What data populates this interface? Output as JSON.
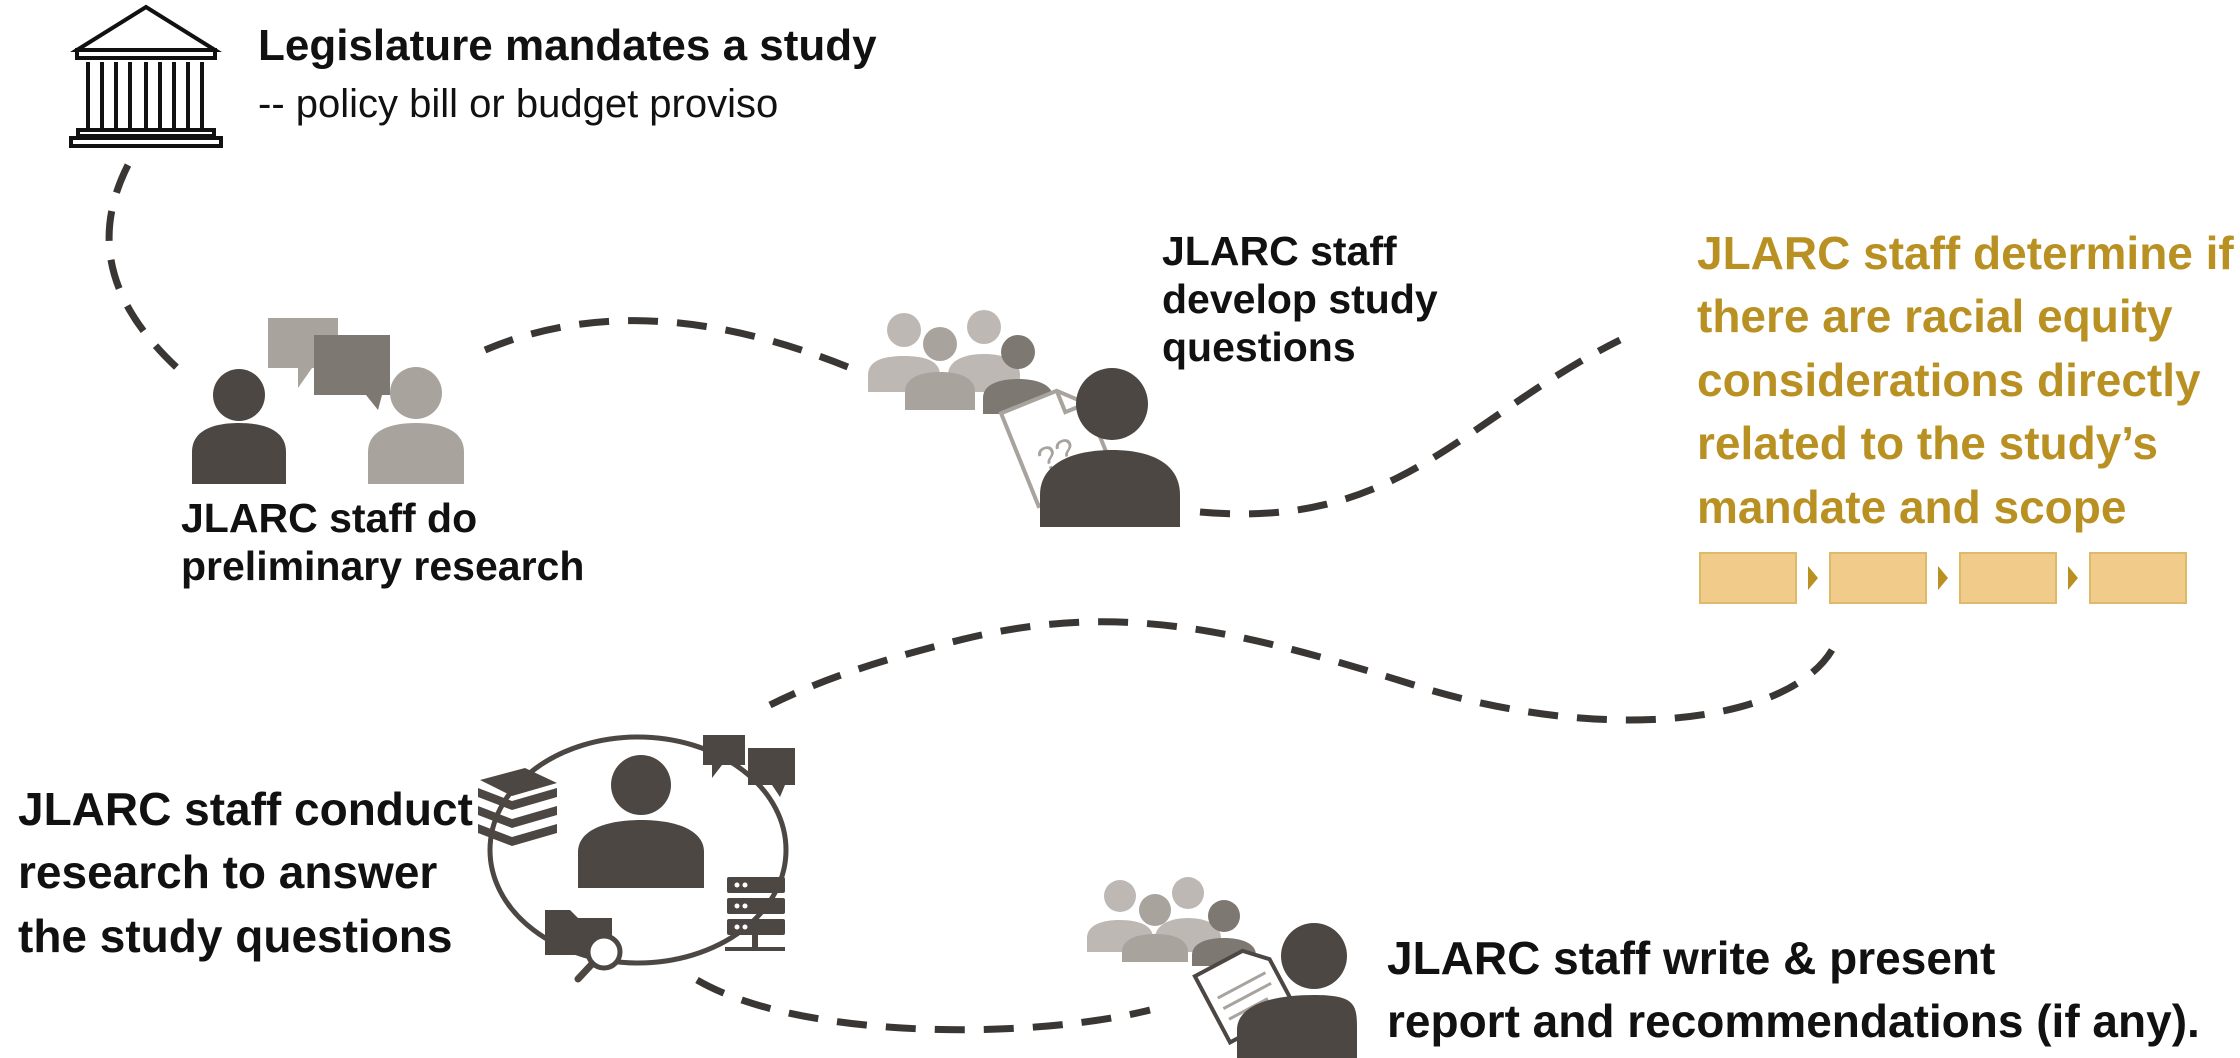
{
  "steps": {
    "mandate": {
      "title": "Legislature mandates a study",
      "subtitle": "-- policy bill or budget proviso"
    },
    "preliminary": {
      "line1": "JLARC staff do",
      "line2": "preliminary research"
    },
    "questions": {
      "line1": "JLARC staff",
      "line2": "develop study",
      "line3": "questions"
    },
    "equity": {
      "line1": "JLARC staff determine if",
      "line2": "there are racial equity",
      "line3": "considerations directly",
      "line4": "related to the study’s",
      "line5": "mandate and scope"
    },
    "conduct": {
      "line1": "JLARC staff conduct",
      "line2": "research to answer",
      "line3": "the study questions"
    },
    "report": {
      "line1": "JLARC staff write & present",
      "line2": "report and recommendations (if any)."
    }
  },
  "icons": [
    "capitol-building-icon",
    "two-people-chat-icon",
    "group-with-question-doc-icon",
    "process-steps-icon",
    "research-cycle-icon",
    "group-with-report-icon"
  ],
  "colors": {
    "dark": "#4D4743",
    "mid": "#7E7873",
    "light": "#A9A39E",
    "lighter": "#BDB8B3",
    "gold": "#B99022",
    "gold_fill": "#F0CB8A",
    "path": "#3A3633"
  }
}
